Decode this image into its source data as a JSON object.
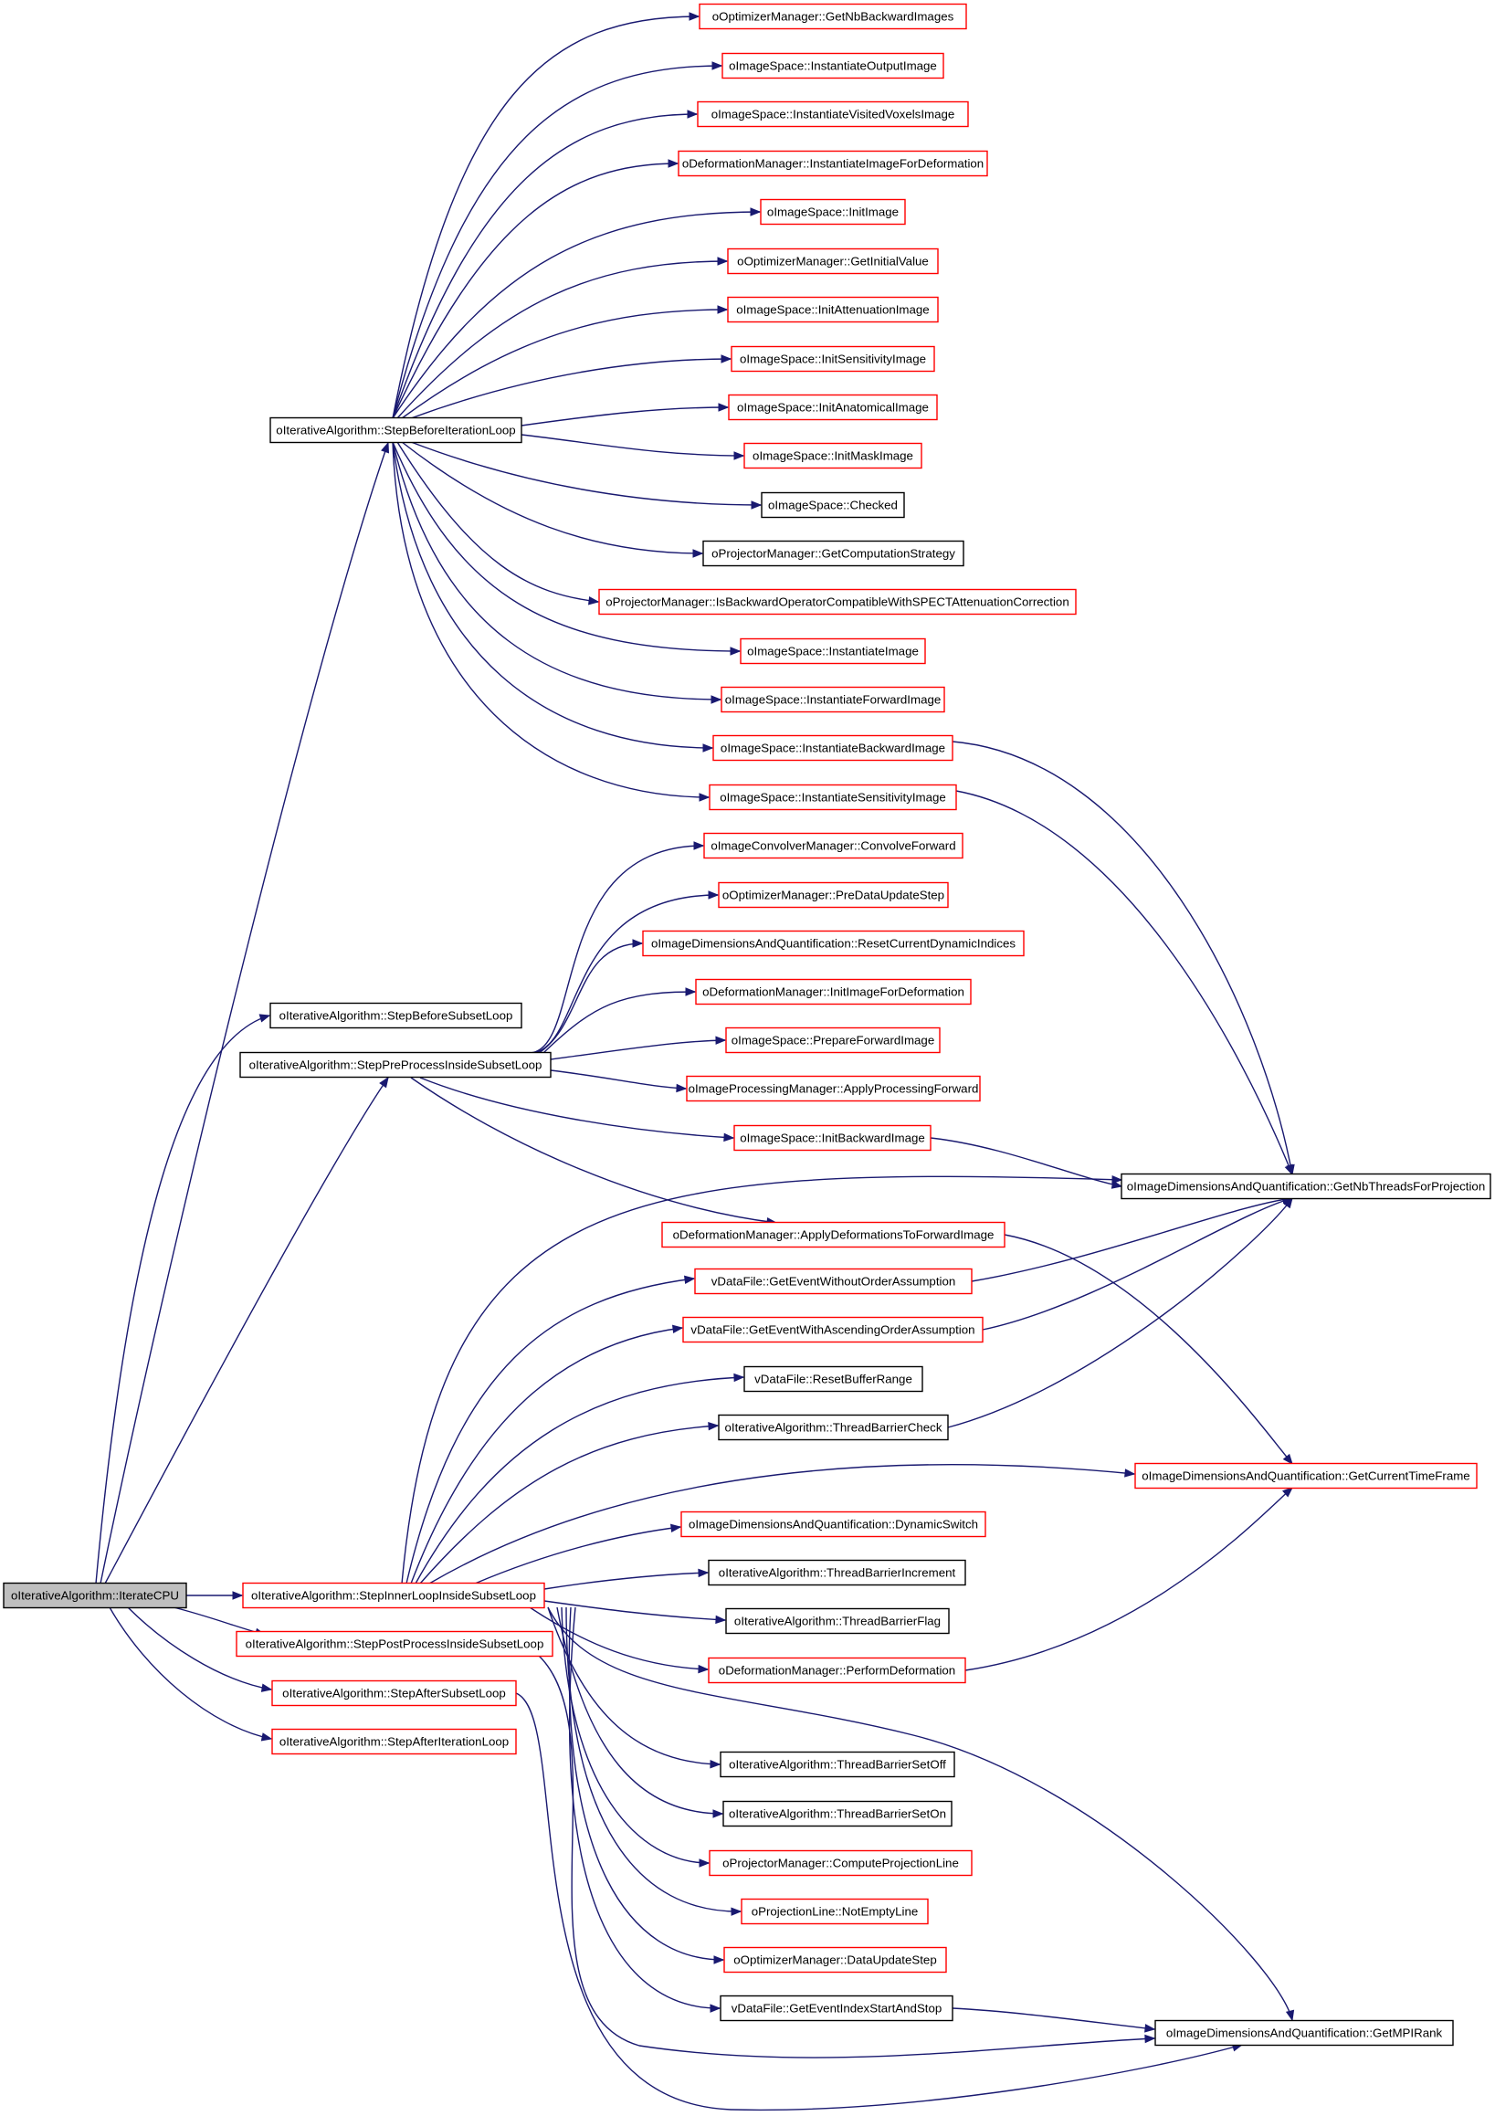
{
  "colors": {
    "edge": "#191970",
    "node_border_normal": "#000000",
    "node_border_highlight": "#ff0000",
    "root_fill": "#bfbfbf"
  },
  "nodes": [
    {
      "id": "root",
      "label": "oIterativeAlgorithm::IterateCPU",
      "style": "root"
    },
    {
      "id": "sbil",
      "label": "oIterativeAlgorithm::StepBeforeIterationLoop",
      "style": "black"
    },
    {
      "id": "sbsl",
      "label": "oIterativeAlgorithm::StepBeforeSubsetLoop",
      "style": "black"
    },
    {
      "id": "spp",
      "label": "oIterativeAlgorithm::StepPreProcessInsideSubsetLoop",
      "style": "black"
    },
    {
      "id": "sil",
      "label": "oIterativeAlgorithm::StepInnerLoopInsideSubsetLoop",
      "style": "red"
    },
    {
      "id": "spost",
      "label": "oIterativeAlgorithm::StepPostProcessInsideSubsetLoop",
      "style": "red"
    },
    {
      "id": "sasl",
      "label": "oIterativeAlgorithm::StepAfterSubsetLoop",
      "style": "red"
    },
    {
      "id": "sail",
      "label": "oIterativeAlgorithm::StepAfterIterationLoop",
      "style": "red"
    },
    {
      "id": "gnbb",
      "label": "oOptimizerManager::GetNbBackwardImages",
      "style": "red"
    },
    {
      "id": "ioi",
      "label": "oImageSpace::InstantiateOutputImage",
      "style": "red"
    },
    {
      "id": "ivvi",
      "label": "oImageSpace::InstantiateVisitedVoxelsImage",
      "style": "red"
    },
    {
      "id": "iifd",
      "label": "oDeformationManager::InstantiateImageForDeformation",
      "style": "red"
    },
    {
      "id": "initimg",
      "label": "oImageSpace::InitImage",
      "style": "red"
    },
    {
      "id": "giv",
      "label": "oOptimizerManager::GetInitialValue",
      "style": "red"
    },
    {
      "id": "iai",
      "label": "oImageSpace::InitAttenuationImage",
      "style": "red"
    },
    {
      "id": "isi",
      "label": "oImageSpace::InitSensitivityImage",
      "style": "red"
    },
    {
      "id": "ianat",
      "label": "oImageSpace::InitAnatomicalImage",
      "style": "red"
    },
    {
      "id": "imask",
      "label": "oImageSpace::InitMaskImage",
      "style": "red"
    },
    {
      "id": "chk",
      "label": "oImageSpace::Checked",
      "style": "black"
    },
    {
      "id": "gcs",
      "label": "oProjectorManager::GetComputationStrategy",
      "style": "black"
    },
    {
      "id": "ibocw",
      "label": "oProjectorManager::IsBackwardOperatorCompatibleWithSPECTAttenuationCorrection",
      "style": "red"
    },
    {
      "id": "instimg",
      "label": "oImageSpace::InstantiateImage",
      "style": "red"
    },
    {
      "id": "ifi",
      "label": "oImageSpace::InstantiateForwardImage",
      "style": "red"
    },
    {
      "id": "ibi",
      "label": "oImageSpace::InstantiateBackwardImage",
      "style": "red"
    },
    {
      "id": "isensi",
      "label": "oImageSpace::InstantiateSensitivityImage",
      "style": "red"
    },
    {
      "id": "cf",
      "label": "oImageConvolverManager::ConvolveForward",
      "style": "red"
    },
    {
      "id": "pdus",
      "label": "oOptimizerManager::PreDataUpdateStep",
      "style": "red"
    },
    {
      "id": "rcdi",
      "label": "oImageDimensionsAndQuantification::ResetCurrentDynamicIndices",
      "style": "red"
    },
    {
      "id": "iifd2",
      "label": "oDeformationManager::InitImageForDeformation",
      "style": "red"
    },
    {
      "id": "pfi",
      "label": "oImageSpace::PrepareForwardImage",
      "style": "red"
    },
    {
      "id": "apf",
      "label": "oImageProcessingManager::ApplyProcessingForward",
      "style": "red"
    },
    {
      "id": "ibackimg",
      "label": "oImageSpace::InitBackwardImage",
      "style": "red"
    },
    {
      "id": "gnbt",
      "label": "oImageDimensionsAndQuantification::GetNbThreadsForProjection",
      "style": "black"
    },
    {
      "id": "adtfi",
      "label": "oDeformationManager::ApplyDeformationsToForwardImage",
      "style": "red"
    },
    {
      "id": "gewoa",
      "label": "vDataFile::GetEventWithoutOrderAssumption",
      "style": "red"
    },
    {
      "id": "gewaoa",
      "label": "vDataFile::GetEventWithAscendingOrderAssumption",
      "style": "red"
    },
    {
      "id": "rbr",
      "label": "vDataFile::ResetBufferRange",
      "style": "black"
    },
    {
      "id": "tbc",
      "label": "oIterativeAlgorithm::ThreadBarrierCheck",
      "style": "black"
    },
    {
      "id": "gctf",
      "label": "oImageDimensionsAndQuantification::GetCurrentTimeFrame",
      "style": "red"
    },
    {
      "id": "dsw",
      "label": "oImageDimensionsAndQuantification::DynamicSwitch",
      "style": "red"
    },
    {
      "id": "tbi",
      "label": "oIterativeAlgorithm::ThreadBarrierIncrement",
      "style": "black"
    },
    {
      "id": "tbf",
      "label": "oIterativeAlgorithm::ThreadBarrierFlag",
      "style": "black"
    },
    {
      "id": "pdef",
      "label": "oDeformationManager::PerformDeformation",
      "style": "red"
    },
    {
      "id": "tbsoff",
      "label": "oIterativeAlgorithm::ThreadBarrierSetOff",
      "style": "black"
    },
    {
      "id": "tbson",
      "label": "oIterativeAlgorithm::ThreadBarrierSetOn",
      "style": "black"
    },
    {
      "id": "cpl",
      "label": "oProjectorManager::ComputeProjectionLine",
      "style": "red"
    },
    {
      "id": "nel",
      "label": "oProjectionLine::NotEmptyLine",
      "style": "red"
    },
    {
      "id": "dus",
      "label": "oOptimizerManager::DataUpdateStep",
      "style": "red"
    },
    {
      "id": "geiss",
      "label": "vDataFile::GetEventIndexStartAndStop",
      "style": "black"
    },
    {
      "id": "gmpi",
      "label": "oImageDimensionsAndQuantification::GetMPIRank",
      "style": "black"
    }
  ],
  "edges": [
    [
      "root",
      "sbil"
    ],
    [
      "root",
      "sbsl"
    ],
    [
      "root",
      "spp"
    ],
    [
      "root",
      "sil"
    ],
    [
      "root",
      "spost"
    ],
    [
      "root",
      "sasl"
    ],
    [
      "root",
      "sail"
    ],
    [
      "sbil",
      "gnbb"
    ],
    [
      "sbil",
      "ioi"
    ],
    [
      "sbil",
      "ivvi"
    ],
    [
      "sbil",
      "iifd"
    ],
    [
      "sbil",
      "initimg"
    ],
    [
      "sbil",
      "giv"
    ],
    [
      "sbil",
      "iai"
    ],
    [
      "sbil",
      "isi"
    ],
    [
      "sbil",
      "ianat"
    ],
    [
      "sbil",
      "imask"
    ],
    [
      "sbil",
      "chk"
    ],
    [
      "sbil",
      "gcs"
    ],
    [
      "sbil",
      "ibocw"
    ],
    [
      "sbil",
      "instimg"
    ],
    [
      "sbil",
      "ifi"
    ],
    [
      "sbil",
      "ibi"
    ],
    [
      "sbil",
      "isensi"
    ],
    [
      "ibi",
      "gnbt"
    ],
    [
      "isensi",
      "gnbt"
    ],
    [
      "spp",
      "cf"
    ],
    [
      "spp",
      "pdus"
    ],
    [
      "spp",
      "rcdi"
    ],
    [
      "spp",
      "iifd2"
    ],
    [
      "spp",
      "pfi"
    ],
    [
      "spp",
      "apf"
    ],
    [
      "spp",
      "ibackimg"
    ],
    [
      "spp",
      "adtfi"
    ],
    [
      "ibackimg",
      "gnbt"
    ],
    [
      "adtfi",
      "gctf"
    ],
    [
      "sil",
      "gnbt"
    ],
    [
      "sil",
      "gewoa"
    ],
    [
      "sil",
      "gewaoa"
    ],
    [
      "sil",
      "rbr"
    ],
    [
      "sil",
      "tbc"
    ],
    [
      "sil",
      "gctf"
    ],
    [
      "sil",
      "dsw"
    ],
    [
      "sil",
      "tbi"
    ],
    [
      "sil",
      "tbf"
    ],
    [
      "sil",
      "pdef"
    ],
    [
      "sil",
      "gmpi"
    ],
    [
      "sil",
      "tbsoff"
    ],
    [
      "sil",
      "tbson"
    ],
    [
      "sil",
      "cpl"
    ],
    [
      "sil",
      "nel"
    ],
    [
      "sil",
      "dus"
    ],
    [
      "sil",
      "geiss"
    ],
    [
      "gewoa",
      "gnbt"
    ],
    [
      "gewaoa",
      "gnbt"
    ],
    [
      "tbc",
      "gnbt"
    ],
    [
      "pdef",
      "gctf"
    ],
    [
      "geiss",
      "gmpi"
    ],
    [
      "spost",
      "gmpi"
    ],
    [
      "sasl",
      "gmpi"
    ]
  ]
}
